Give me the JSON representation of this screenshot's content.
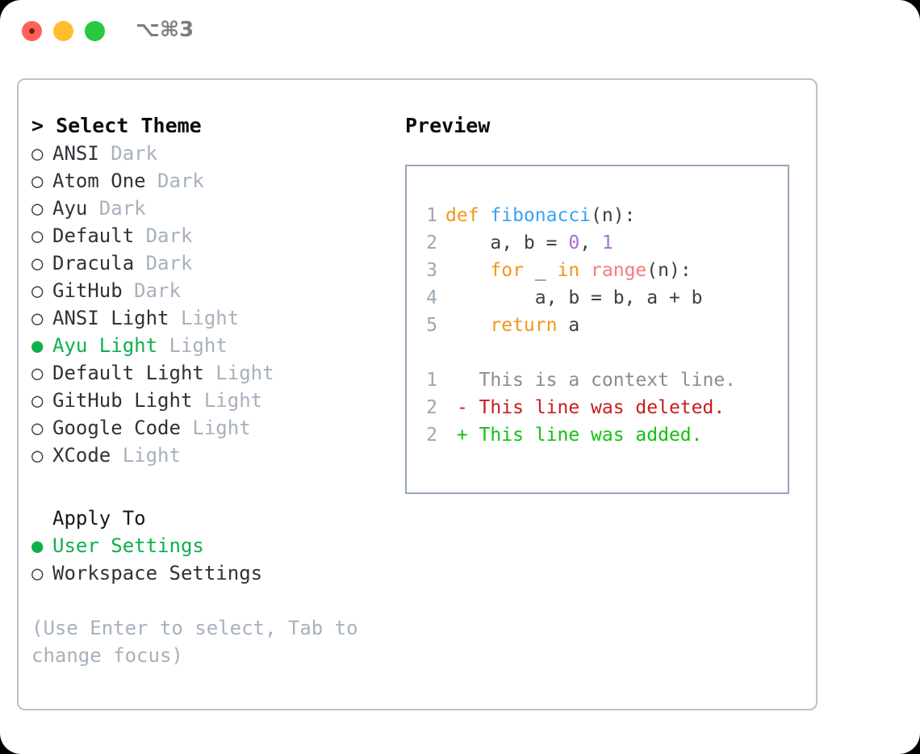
{
  "titlebar": {
    "shortcut": "⌥⌘3",
    "lights": [
      "close-red",
      "minimize-yellow",
      "zoom-green"
    ]
  },
  "theme_picker": {
    "title": "> Select Theme",
    "bullet_selected": "●",
    "bullet_unselected": "○",
    "selected_color": "#0DB14B",
    "options": [
      {
        "name": "ANSI",
        "variant": "Dark",
        "selected": false
      },
      {
        "name": "Atom One",
        "variant": "Dark",
        "selected": false
      },
      {
        "name": "Ayu",
        "variant": "Dark",
        "selected": false
      },
      {
        "name": "Default",
        "variant": "Dark",
        "selected": false
      },
      {
        "name": "Dracula",
        "variant": "Dark",
        "selected": false
      },
      {
        "name": "GitHub",
        "variant": "Dark",
        "selected": false
      },
      {
        "name": "ANSI Light",
        "variant": "Light",
        "selected": false
      },
      {
        "name": "Ayu Light",
        "variant": "Light",
        "selected": true
      },
      {
        "name": "Default Light",
        "variant": "Light",
        "selected": false
      },
      {
        "name": "GitHub Light",
        "variant": "Light",
        "selected": false
      },
      {
        "name": "Google Code",
        "variant": "Light",
        "selected": false
      },
      {
        "name": "XCode",
        "variant": "Light",
        "selected": false
      }
    ]
  },
  "apply_to": {
    "title": "Apply To",
    "options": [
      {
        "label": "User Settings",
        "selected": true
      },
      {
        "label": "Workspace Settings",
        "selected": false
      }
    ]
  },
  "hint": "(Use Enter to select, Tab to change focus)",
  "preview": {
    "title": "Preview",
    "code_lines": [
      {
        "num": "1",
        "tokens": [
          {
            "t": "def ",
            "c": "kw"
          },
          {
            "t": "fibonacci",
            "c": "fn"
          },
          {
            "t": "(n):",
            "c": "punc"
          }
        ]
      },
      {
        "num": "2",
        "tokens": [
          {
            "t": "    a, b = ",
            "c": "id"
          },
          {
            "t": "0",
            "c": "num"
          },
          {
            "t": ", ",
            "c": "punc"
          },
          {
            "t": "1",
            "c": "num"
          }
        ]
      },
      {
        "num": "3",
        "tokens": [
          {
            "t": "    for",
            "c": "kw"
          },
          {
            "t": " _ ",
            "c": "id"
          },
          {
            "t": "in",
            "c": "kw"
          },
          {
            "t": " ",
            "c": "id"
          },
          {
            "t": "range",
            "c": "call"
          },
          {
            "t": "(n):",
            "c": "punc"
          }
        ]
      },
      {
        "num": "4",
        "tokens": [
          {
            "t": "        a, b = b, a + b",
            "c": "id"
          }
        ]
      },
      {
        "num": "5",
        "tokens": [
          {
            "t": "    return",
            "c": "kw"
          },
          {
            "t": " a",
            "c": "id"
          }
        ]
      }
    ],
    "diff_lines": [
      {
        "num": "1",
        "marker": "  ",
        "text": "This is a context line.",
        "kind": "ctx"
      },
      {
        "num": "2",
        "marker": "- ",
        "text": "This line was deleted.",
        "kind": "del"
      },
      {
        "num": "2",
        "marker": "+ ",
        "text": "This line was added.",
        "kind": "add"
      }
    ],
    "colors": {
      "keyword": "#F29718",
      "function": "#36A3F7",
      "call": "#FA7A7A",
      "number": "#A96FD6",
      "identifier": "#3B4043",
      "line_number": "#9AA7B5",
      "diff_context": "#8C8C8C",
      "diff_deleted": "#C91C1C",
      "diff_added": "#12C212"
    }
  }
}
